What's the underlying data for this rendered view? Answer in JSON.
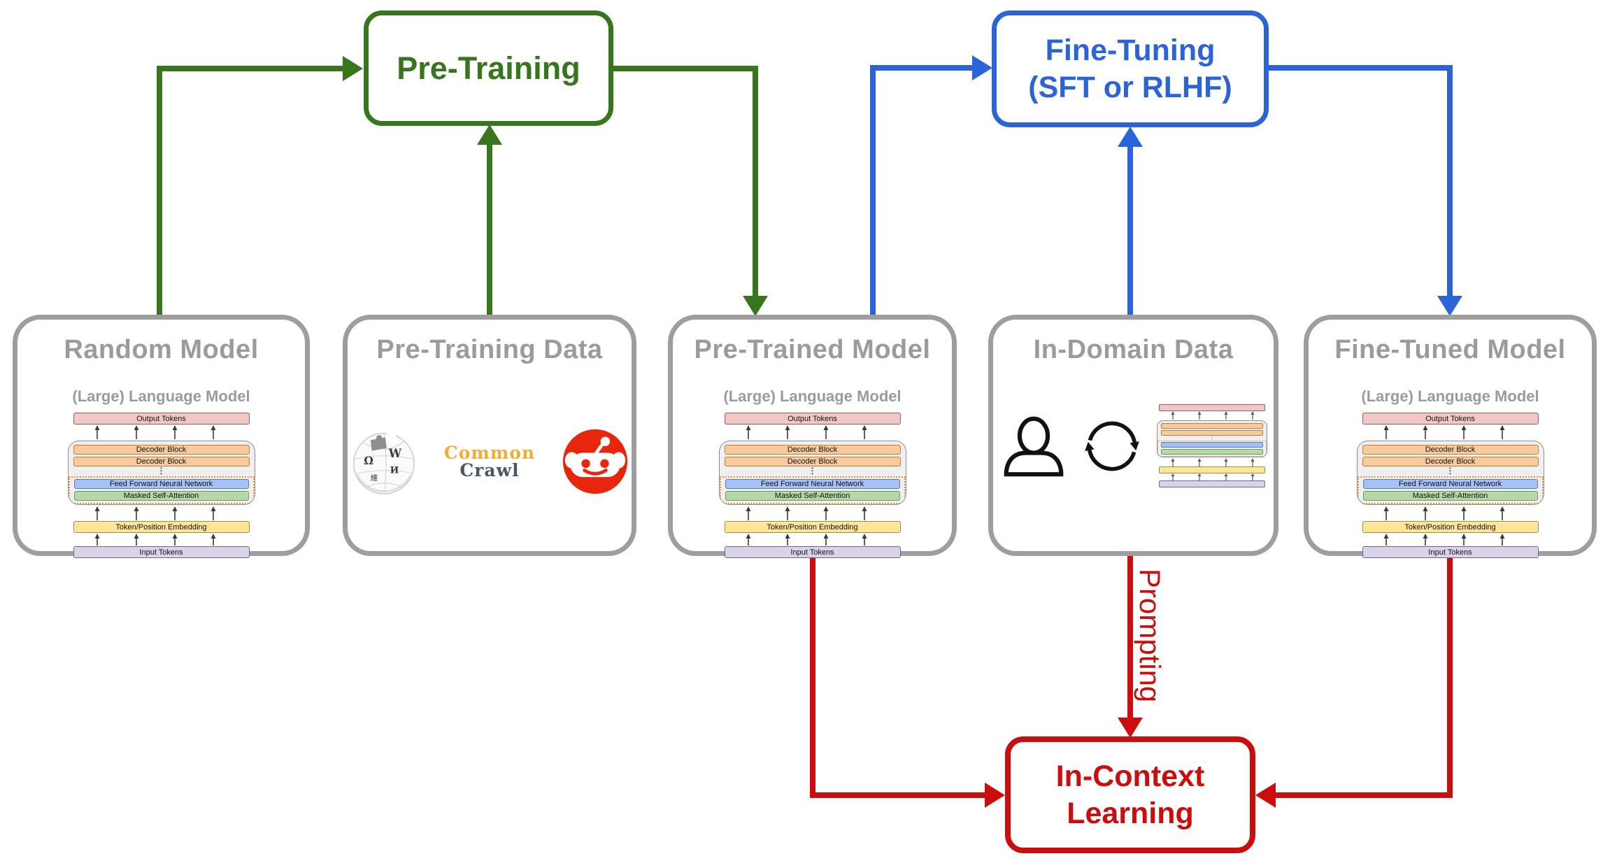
{
  "colors": {
    "green": "#38761d",
    "blue": "#2b64d8",
    "red": "#cc0d0d",
    "reddit_red": "#e8250d",
    "gray_border": "#9e9e9e",
    "gray_text": "#9b9b9b",
    "bar_pink": "#f4c7c7",
    "bar_orange": "#f9cb9c",
    "bar_blue": "#a4c2f4",
    "bar_green": "#b6d7a8",
    "bar_yellow": "#ffe599",
    "bar_purple": "#d9d2e9",
    "container_bg": "#f0f0f0",
    "container_border": "#8f8f8f",
    "dotted_border": "#e69138",
    "common_gold": "#f0ad32",
    "crawl_gray": "#4b5663",
    "icon_black": "#111111"
  },
  "stages": {
    "pretraining": {
      "label": "Pre-Training"
    },
    "finetuning": {
      "line1": "Fine-Tuning",
      "line2": "(SFT or RLHF)"
    },
    "incontext": {
      "line1": "In-Context",
      "line2": "Learning"
    }
  },
  "labels": {
    "prompting": "Prompting"
  },
  "cards": {
    "random": {
      "title": "Random Model"
    },
    "pretraining_data": {
      "title": "Pre-Training Data"
    },
    "pretrained": {
      "title": "Pre-Trained Model"
    },
    "indomain": {
      "title": "In-Domain Data"
    },
    "finetuned": {
      "title": "Fine-Tuned Model"
    }
  },
  "llm_diagram": {
    "subtitle": "(Large) Language Model",
    "layers": {
      "output": "Output Tokens",
      "decoder1": "Decoder Block",
      "decoder2": "Decoder Block",
      "dots": "⋮",
      "ffn": "Feed Forward Neural Network",
      "attention": "Masked Self-Attention",
      "embedding": "Token/Position Embedding",
      "input": "Input Tokens"
    }
  },
  "logos": {
    "wikipedia": {
      "letter_w": "W",
      "letter_omega": "Ω",
      "letter_i": "И",
      "letter_cjk": "維"
    },
    "common_crawl": {
      "line1": "Common",
      "line2": "Crawl"
    },
    "icons": {
      "wikipedia": "wikipedia-globe-logo",
      "common_crawl": "common-crawl-wordmark",
      "reddit": "reddit-logo",
      "person": "person-icon",
      "cycle": "sync-cycle-icon"
    }
  }
}
